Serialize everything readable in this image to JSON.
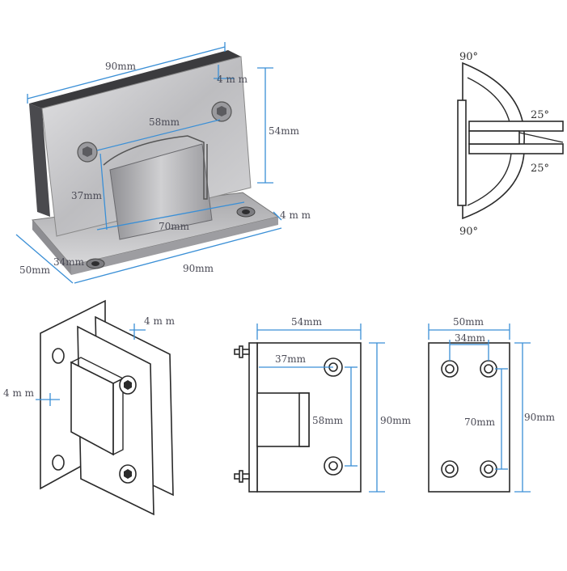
{
  "photo": {
    "width": "90mm",
    "height": "54mm",
    "hole_spacing": "58mm",
    "hinge_height": "37mm",
    "glass_thickness_top": "4 m m",
    "glass_thickness_base": "4 m m",
    "base_hole_spacing": "70mm",
    "base_length": "90mm",
    "base_depth": "50mm",
    "base_offset": "34mm"
  },
  "side_view": {
    "angle_top": "90°",
    "angle_bottom": "90°",
    "angle_right_top": "25°",
    "angle_right_bottom": "25°"
  },
  "iso_view": {
    "glass_top": "4 m m",
    "glass_left": "4 m m"
  },
  "front_view": {
    "width": "54mm",
    "hinge_height": "37mm",
    "hole_spacing": "58mm",
    "height": "90mm"
  },
  "base_view": {
    "width": "50mm",
    "hole_spacing_h": "34mm",
    "hole_spacing_v": "70mm",
    "height": "90mm"
  },
  "colors": {
    "dimension_line": "#3a8fd6",
    "steel": "#c9c9cb",
    "outline": "#2a2a2a"
  }
}
